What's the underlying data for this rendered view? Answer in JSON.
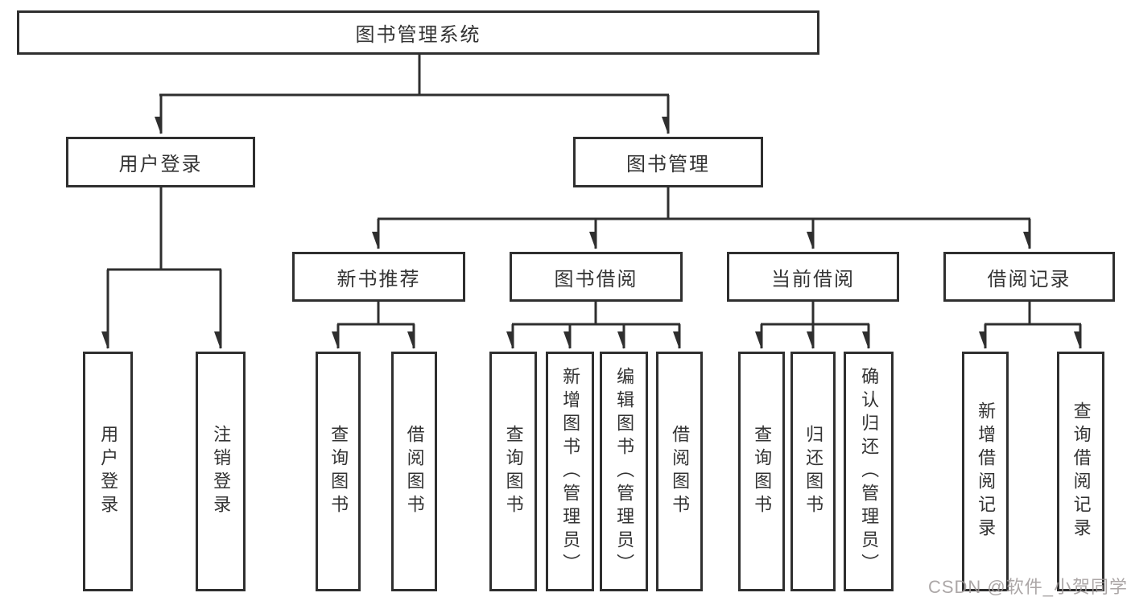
{
  "diagram": {
    "root": {
      "label": "图书管理系统"
    },
    "level2": [
      {
        "label": "用户登录"
      },
      {
        "label": "图书管理"
      }
    ],
    "level3": [
      {
        "label": "新书推荐"
      },
      {
        "label": "图书借阅"
      },
      {
        "label": "当前借阅"
      },
      {
        "label": "借阅记录"
      }
    ],
    "leaves": [
      {
        "label": "用户登录",
        "parent": "用户登录"
      },
      {
        "label": "注销登录",
        "parent": "用户登录"
      },
      {
        "label": "查询图书",
        "parent": "新书推荐"
      },
      {
        "label": "借阅图书",
        "parent": "新书推荐"
      },
      {
        "label": "查询图书",
        "parent": "图书借阅"
      },
      {
        "label": "新增图书（管理员）",
        "parent": "图书借阅"
      },
      {
        "label": "编辑图书（管理员）",
        "parent": "图书借阅"
      },
      {
        "label": "借阅图书",
        "parent": "图书借阅"
      },
      {
        "label": "查询图书",
        "parent": "当前借阅"
      },
      {
        "label": "归还图书",
        "parent": "当前借阅"
      },
      {
        "label": "确认归还（管理员）",
        "parent": "当前借阅"
      },
      {
        "label": "新增借阅记录",
        "parent": "借阅记录"
      },
      {
        "label": "查询借阅记录",
        "parent": "借阅记录"
      }
    ],
    "watermark": "CSDN @软件_小贺同学",
    "colors": {
      "line": "#2f2f2f",
      "text": "#333333",
      "background": "#ffffff",
      "watermark": "#9e9898"
    }
  }
}
